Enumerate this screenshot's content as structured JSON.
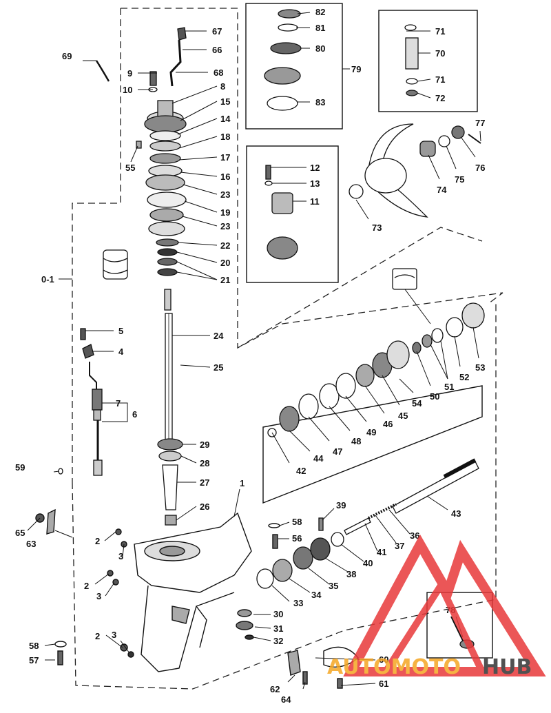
{
  "labels": [
    "1",
    "2",
    "3",
    "4",
    "5",
    "6",
    "7",
    "8",
    "9",
    "10",
    "11",
    "12",
    "13",
    "14",
    "15",
    "16",
    "17",
    "18",
    "19",
    "20",
    "21",
    "22",
    "23",
    "24",
    "25",
    "26",
    "27",
    "28",
    "29",
    "30",
    "31",
    "32",
    "33",
    "34",
    "35",
    "36",
    "37",
    "38",
    "39",
    "40",
    "41",
    "42",
    "43",
    "44",
    "45",
    "46",
    "47",
    "48",
    "49",
    "50",
    "51",
    "52",
    "53",
    "54",
    "55",
    "56",
    "57",
    "58",
    "59",
    "60",
    "61",
    "62",
    "63",
    "64",
    "65",
    "66",
    "67",
    "68",
    "69",
    "70",
    "71",
    "72",
    "73",
    "74",
    "75",
    "76",
    "77",
    "78",
    "79",
    "80",
    "81",
    "82",
    "83",
    "0-1"
  ],
  "watermark": {
    "part1": "AUTOMOTO",
    "part2": "HUB",
    "color_red": "#e8393a",
    "color_orange": "#f5a623",
    "color_dark": "#333333"
  }
}
